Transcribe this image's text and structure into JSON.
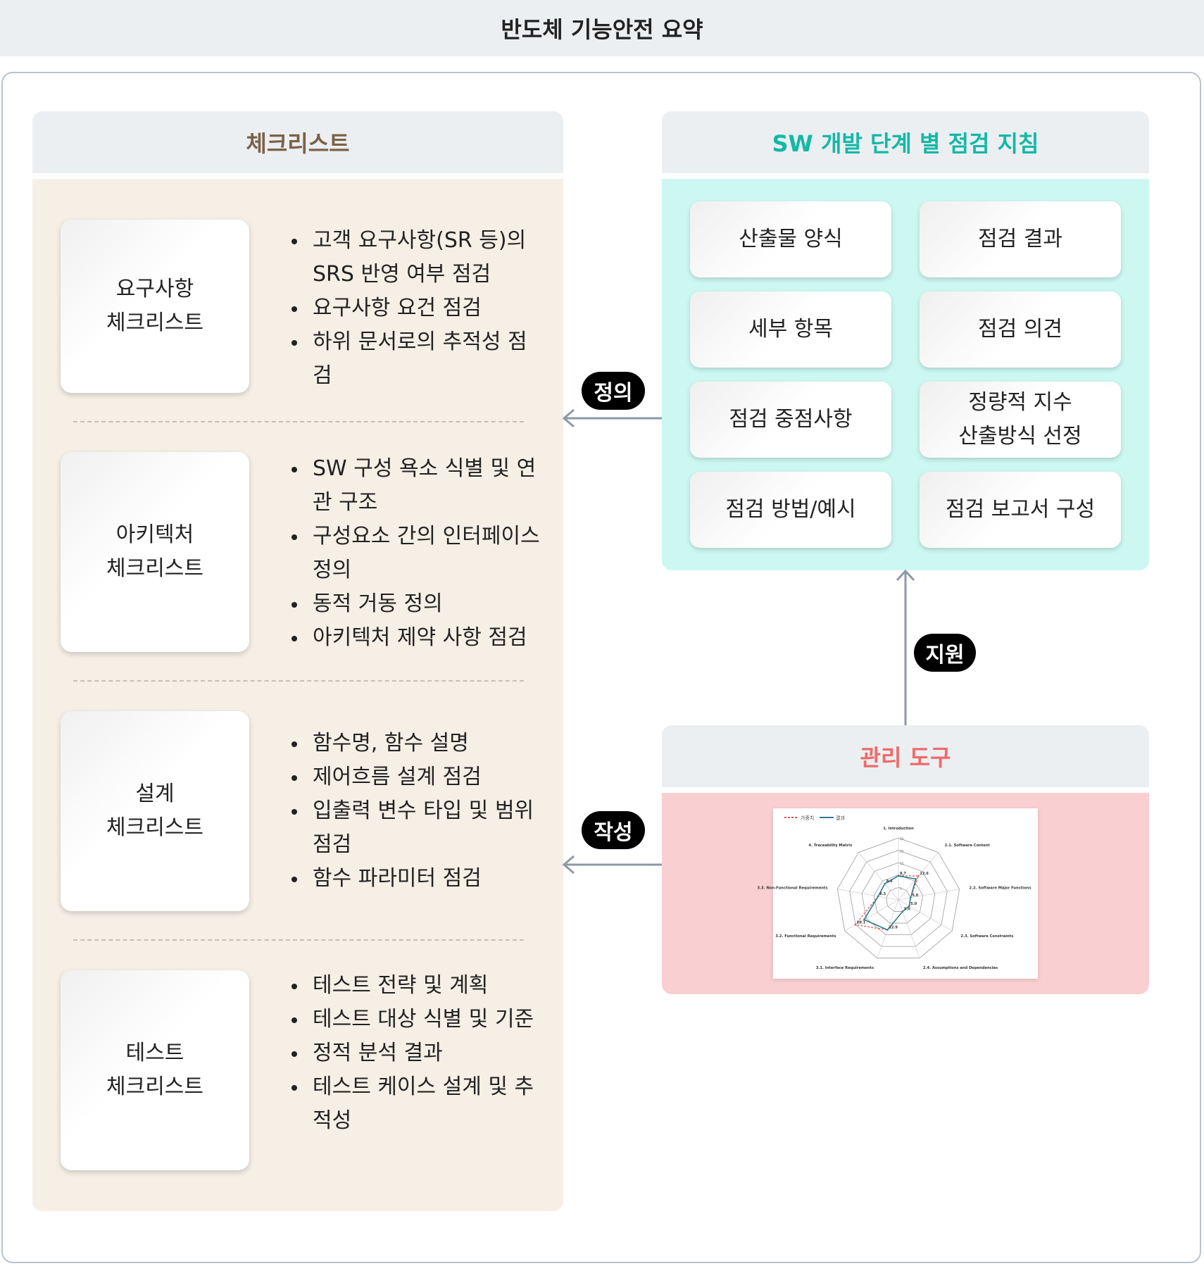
{
  "title": "반도체 기능안전 요약",
  "checklist": {
    "header": "체크리스트",
    "sections": [
      {
        "label_lines": [
          "요구사항",
          "체크리스트"
        ],
        "bullets": [
          "고객 요구사항(SR 등)의 SRS 반영 여부 점검",
          "요구사항 요건 점검",
          "하위 문서로의 추적성 점검"
        ]
      },
      {
        "label_lines": [
          "아키텍처",
          "체크리스트"
        ],
        "bullets": [
          "SW 구성 욕소 식별 및 연관 구조",
          "구성요소 간의 인터페이스 정의",
          "동적 거동 정의",
          "아키텍처 제약 사항 점검"
        ]
      },
      {
        "label_lines": [
          "설계",
          "체크리스트"
        ],
        "bullets": [
          "함수명, 함수 설명",
          "제어흐름 설계 점검",
          "입출력 변수 타입 및 범위 점검",
          "함수 파라미터 점검"
        ]
      },
      {
        "label_lines": [
          "테스트",
          "체크리스트"
        ],
        "bullets": [
          "테스트 전략 및 계획",
          "테스트 대상 식별 및 기준",
          "정적 분석 결과",
          "테스트 케이스 설계 및 추적성"
        ]
      }
    ]
  },
  "sw_guide": {
    "header": "SW 개발 단계 별 점검 지침",
    "items": [
      {
        "lines": [
          "산출물 양식"
        ]
      },
      {
        "lines": [
          "점검 결과"
        ]
      },
      {
        "lines": [
          "세부 항목"
        ]
      },
      {
        "lines": [
          "점검 의견"
        ]
      },
      {
        "lines": [
          "점검 중점사항"
        ]
      },
      {
        "lines": [
          "정량적 지수",
          "산출방식 선정"
        ]
      },
      {
        "lines": [
          "점검 방법/예시"
        ]
      },
      {
        "lines": [
          "점검 보고서 구성"
        ]
      }
    ]
  },
  "tool": {
    "header": "관리 도구"
  },
  "edges": {
    "define_label": "정의",
    "support_label": "지원",
    "write_label": "작성"
  },
  "radar": {
    "legend": [
      "가중치",
      "결과"
    ],
    "axes": [
      "1. Introduction",
      "2.1. Software Context",
      "2.2. Software Major Functions",
      "2.3. Software Constraints",
      "2.4. Assumptions and Dependencies",
      "3.1. Interface Requirements",
      "3.2. Functional Requirements",
      "3.3. Non-Functional Requirements",
      "4. Traceability Matrix"
    ],
    "scale_max": 25,
    "scale_ticks": [
      0,
      5,
      10,
      15,
      20,
      25
    ],
    "series": [
      {
        "name": "가중치",
        "color": "#d9534f",
        "dash": true,
        "values": [
          9.7,
          12.6,
          5.0,
          5.0,
          5.0,
          12.9,
          20.1,
          8.3,
          8.5
        ]
      },
      {
        "name": "결과",
        "color": "#2e7d8c",
        "dash": false,
        "values": [
          9.7,
          11.0,
          5.0,
          5.0,
          5.0,
          12.9,
          16.0,
          8.3,
          8.5
        ]
      }
    ],
    "value_labels": [
      "9.7",
      "12.6",
      "5.0",
      "5.0",
      "5.0",
      "12.9",
      "20.1",
      "8.3",
      "8.5"
    ]
  },
  "colors": {
    "checklist_header": "#7a6248",
    "sw_header": "#14b8a6",
    "tool_header": "#ef6a6a",
    "checklist_bg": "#f5efe6",
    "sw_bg": "#cdf8f2",
    "tool_bg": "#f9cfd1"
  }
}
